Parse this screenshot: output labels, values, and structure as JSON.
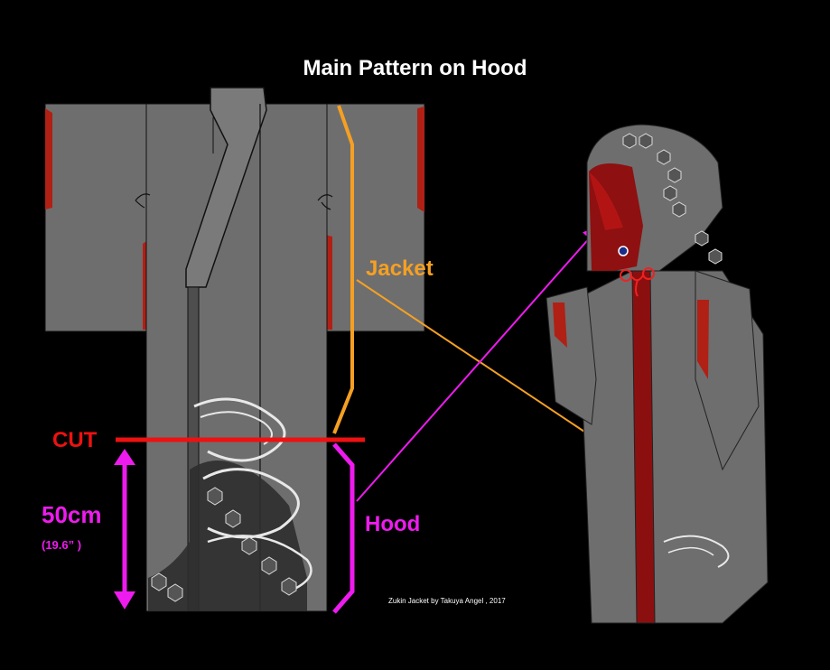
{
  "title": "Main Pattern on Hood",
  "labels": {
    "jacket": "Jacket",
    "hood": "Hood",
    "cut": "CUT",
    "measure_cm": "50cm",
    "measure_in": "(19.6” )"
  },
  "credit": "Zukin Jacket by Takuya Angel , 2017",
  "colors": {
    "background": "#000000",
    "kimono_gray": "#6e6e6e",
    "lining_red": "#b02015",
    "jacket_orange": "#f5a023",
    "hood_magenta": "#ee1bee",
    "cut_red": "#ee1111"
  }
}
